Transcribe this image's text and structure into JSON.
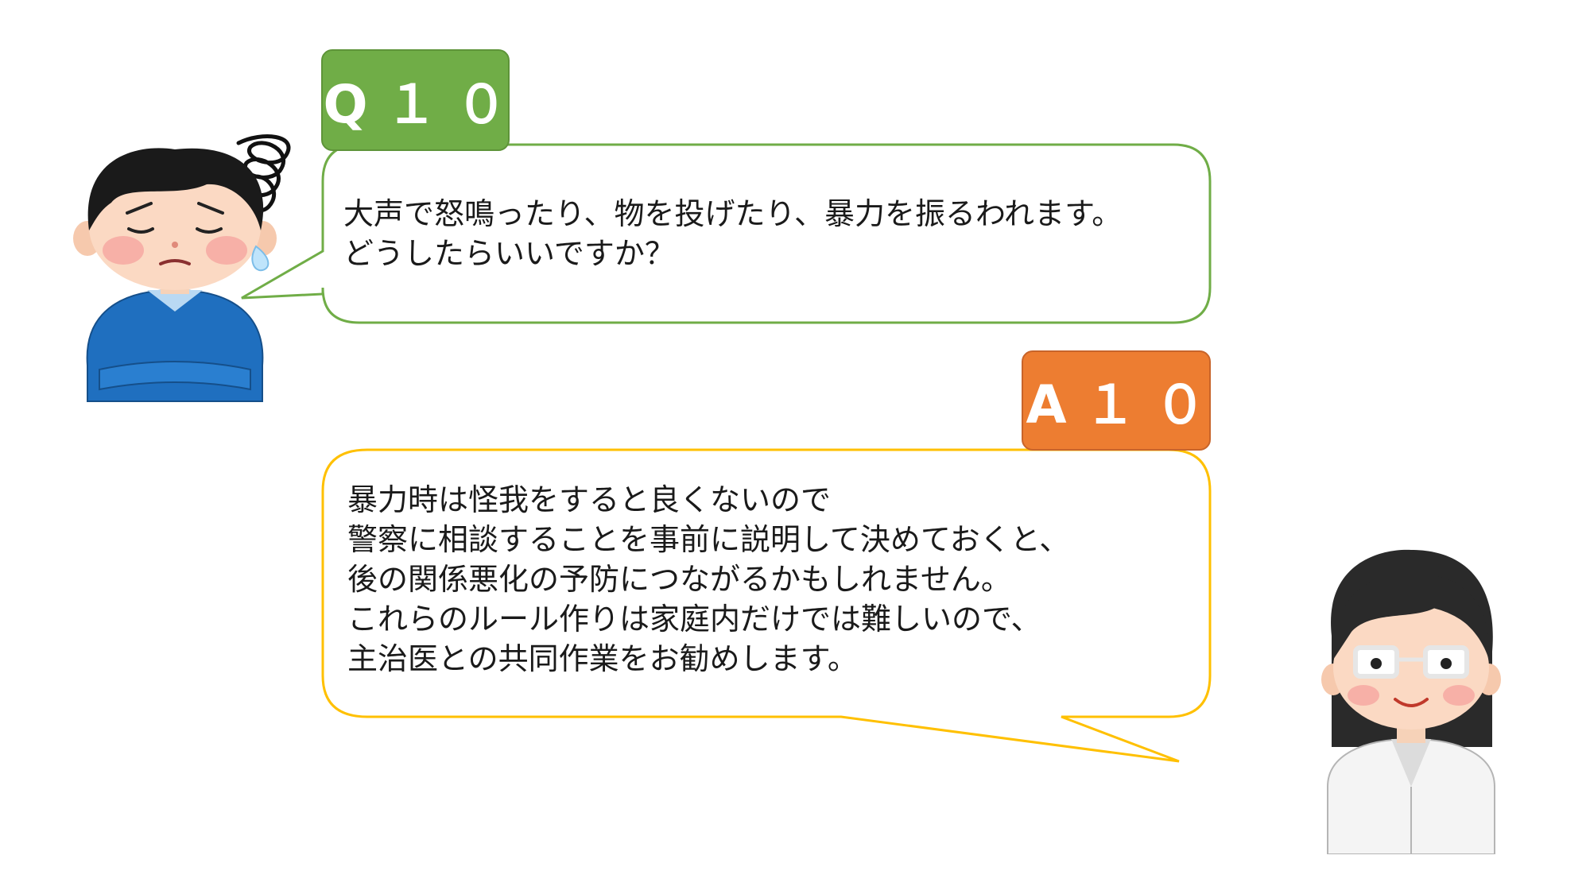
{
  "question": {
    "tag": "Q１０",
    "lines": [
      "大声で怒鳴ったり、物を投げたり、暴力を振るわれます。",
      "どうしたらいいですか？"
    ],
    "tag_color": "#70ad47",
    "border_color": "#70ad47"
  },
  "answer": {
    "tag": "A１０",
    "lines": [
      "暴力時は怪我をすると良くないので",
      "警察に相談することを事前に説明して決めておくと、",
      "後の関係悪化の予防につながるかもしれません。",
      "これらのルール作りは家庭内だけでは難しいので、",
      "主治医との共同作業をお勧めします。"
    ],
    "tag_color": "#ed7d31",
    "border_color": "#ffc000"
  },
  "characters": {
    "asker": "worried-man-illustration",
    "responder": "female-doctor-illustration"
  }
}
